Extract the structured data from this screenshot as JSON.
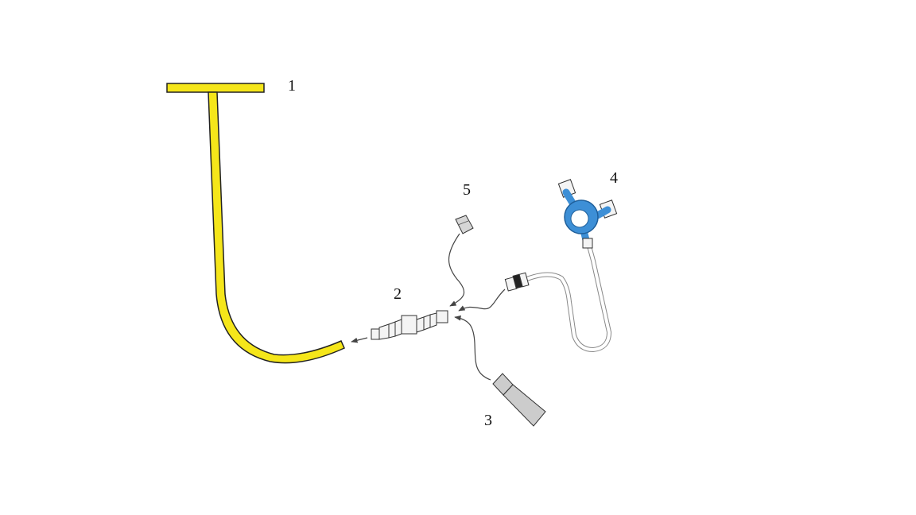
{
  "labels": {
    "part_1": "1",
    "part_2": "2",
    "part_3": "3",
    "part_4": "4",
    "part_5": "5"
  },
  "colors": {
    "tube_yellow": "#f5e61a",
    "stopcock_blue": "#3d8fd6",
    "outline": "#222222",
    "arrow": "#444444",
    "connector_fill": "#f4f4f4",
    "cap_fill": "#cccccc"
  }
}
